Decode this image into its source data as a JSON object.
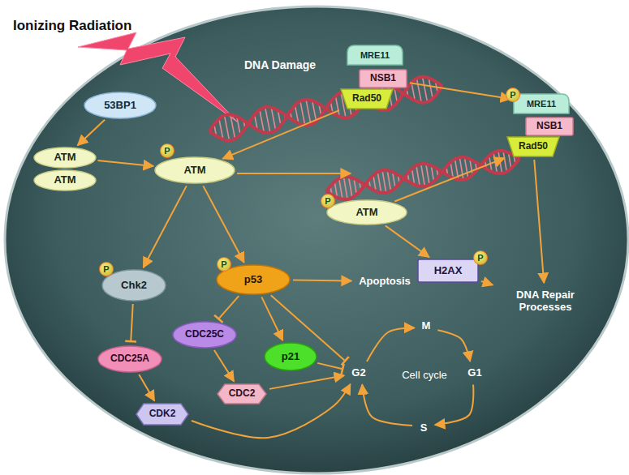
{
  "diagram": {
    "title": "Ionizing Radiation",
    "nodes": [
      {
        "text": [
          "53BP1"
        ]
      },
      {
        "text": [
          "ATM"
        ]
      },
      {
        "text": [
          "ATM"
        ]
      },
      {
        "text": [
          "MRE11"
        ]
      },
      {
        "text": [
          "NSB1"
        ]
      },
      {
        "text": [
          "Rad50"
        ]
      },
      {
        "text": [
          "ATM"
        ]
      },
      {
        "text": [
          "MRE11"
        ]
      },
      {
        "text": [
          "NSB1"
        ]
      },
      {
        "text": [
          "Rad50"
        ]
      },
      {
        "text": [
          "ATM"
        ]
      },
      {
        "text": [
          "H2AX"
        ]
      },
      {
        "text": [
          "DNA Repair Processes"
        ]
      },
      {
        "text": [
          "Chk2"
        ]
      },
      {
        "text": [
          "p53"
        ]
      },
      {
        "text": [
          "Apoptosis"
        ]
      },
      {
        "text": [
          "CDC25C"
        ]
      },
      {
        "text": [
          "CDC25A"
        ]
      },
      {
        "text": [
          "p21"
        ]
      },
      {
        "text": [
          "CDC2"
        ]
      },
      {
        "text": [
          "CDK2"
        ]
      },
      {
        "text": [
          "M"
        ]
      },
      {
        "text": [
          "G1"
        ]
      },
      {
        "text": [
          "S"
        ]
      },
      {
        "text": [
          "G2"
        ]
      }
    ],
    "edges": [
      {
        "from": 0,
        "to": 1,
        "arrow": "to"
      },
      {
        "from": 1,
        "to": 6,
        "arrow": "to"
      },
      {
        "from": 5,
        "to": 6,
        "arrow": "to"
      },
      {
        "from": 4,
        "to": 7,
        "arrow": "to"
      },
      {
        "from": 10,
        "to": 9,
        "arrow": "to"
      },
      {
        "from": 10,
        "to": 11,
        "arrow": "to"
      },
      {
        "from": 9,
        "to": 12,
        "arrow": "to"
      },
      {
        "from": 11,
        "to": 12,
        "arrow": "to"
      },
      {
        "from": 6,
        "to": 13,
        "arrow": "to"
      },
      {
        "from": 6,
        "to": 14,
        "arrow": "to"
      },
      {
        "from": 14,
        "to": 15,
        "arrow": "to"
      },
      {
        "from": 13,
        "to": 17,
        "arrow": "to"
      },
      {
        "from": 14,
        "to": 16,
        "arrow": "to"
      },
      {
        "from": 14,
        "to": 18,
        "arrow": "to"
      },
      {
        "from": 14,
        "to": 24,
        "arrow": "to"
      },
      {
        "from": 18,
        "to": 24,
        "arrow": "to"
      },
      {
        "from": 16,
        "to": 19,
        "arrow": "to"
      },
      {
        "from": 17,
        "to": 20,
        "arrow": "to"
      },
      {
        "from": 19,
        "to": 24,
        "arrow": "to"
      },
      {
        "from": 20,
        "to": 24,
        "arrow": "to"
      },
      {
        "from": 24,
        "to": 21,
        "arrow": "to"
      },
      {
        "from": 21,
        "to": 22,
        "arrow": "to"
      },
      {
        "from": 22,
        "to": 23,
        "arrow": "to"
      },
      {
        "from": 23,
        "to": 24,
        "arrow": "to"
      }
    ],
    "labels": [
      "DNA Damage",
      "P",
      "P",
      "P",
      "P",
      "P",
      "P",
      "Cell cycle"
    ]
  }
}
